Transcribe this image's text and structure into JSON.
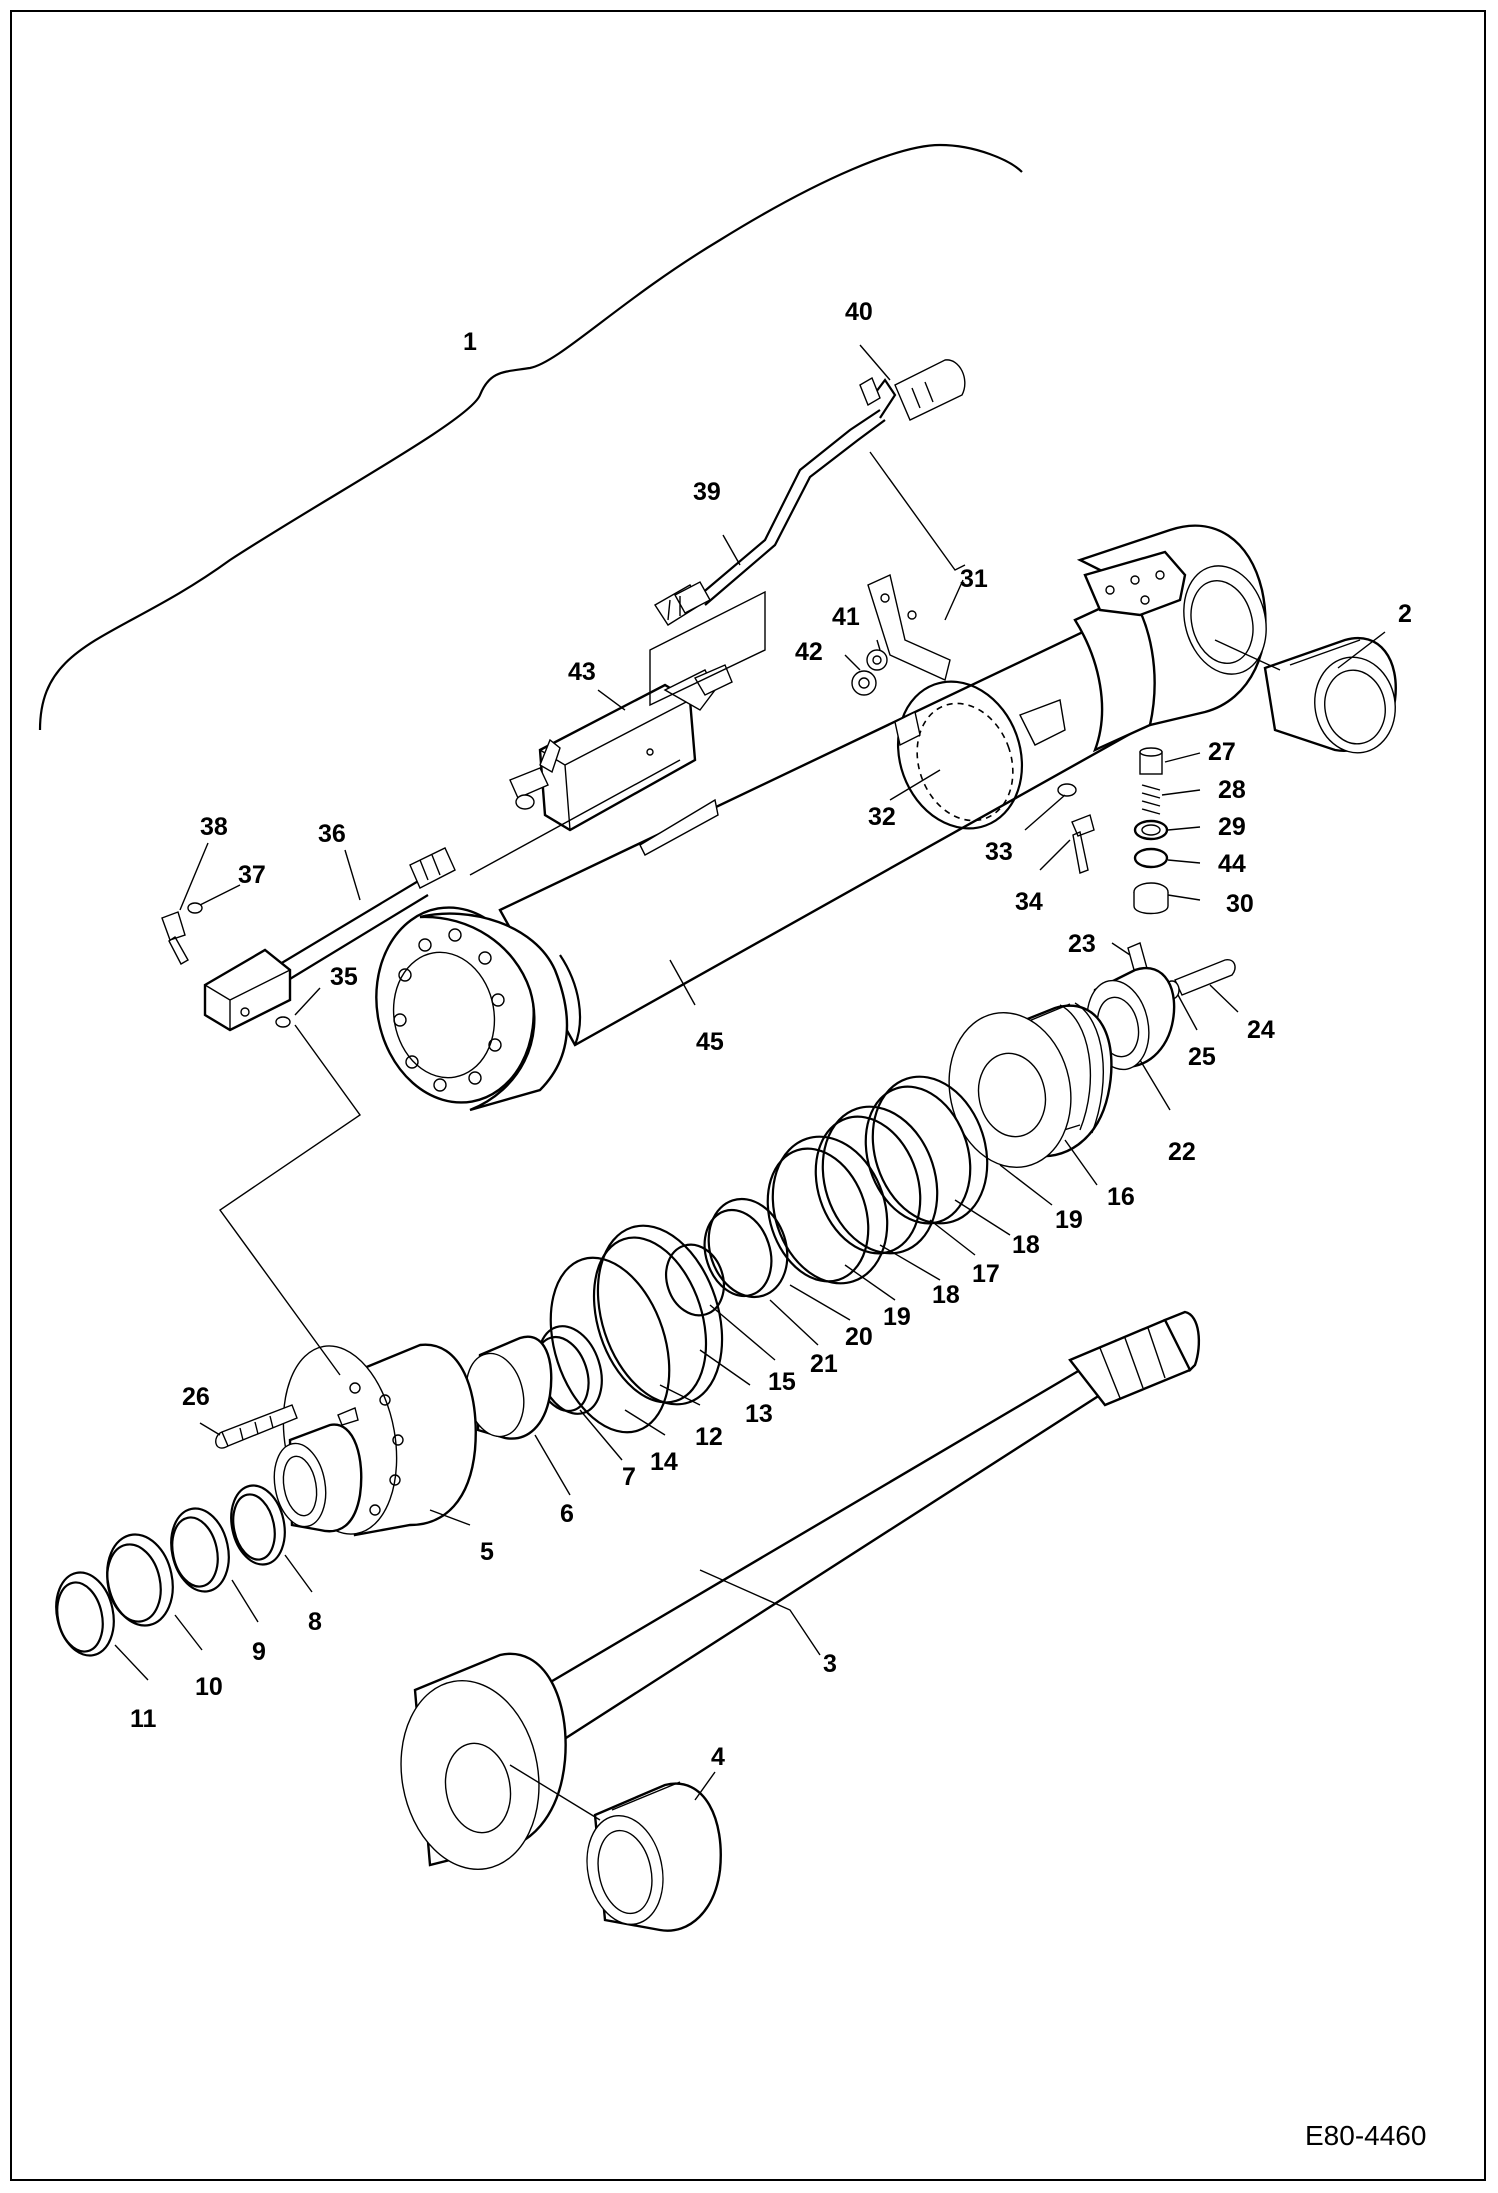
{
  "drawing_code": "E80-4460",
  "callouts": [
    {
      "num": "1"
    },
    {
      "num": "2"
    },
    {
      "num": "3"
    },
    {
      "num": "4"
    },
    {
      "num": "5"
    },
    {
      "num": "6"
    },
    {
      "num": "7"
    },
    {
      "num": "8"
    },
    {
      "num": "9"
    },
    {
      "num": "10"
    },
    {
      "num": "11"
    },
    {
      "num": "12"
    },
    {
      "num": "13"
    },
    {
      "num": "14"
    },
    {
      "num": "15"
    },
    {
      "num": "16"
    },
    {
      "num": "17"
    },
    {
      "num": "18"
    },
    {
      "num": "18"
    },
    {
      "num": "19"
    },
    {
      "num": "19"
    },
    {
      "num": "20"
    },
    {
      "num": "21"
    },
    {
      "num": "22"
    },
    {
      "num": "23"
    },
    {
      "num": "24"
    },
    {
      "num": "25"
    },
    {
      "num": "26"
    },
    {
      "num": "27"
    },
    {
      "num": "28"
    },
    {
      "num": "29"
    },
    {
      "num": "30"
    },
    {
      "num": "31"
    },
    {
      "num": "32"
    },
    {
      "num": "33"
    },
    {
      "num": "34"
    },
    {
      "num": "35"
    },
    {
      "num": "36"
    },
    {
      "num": "37"
    },
    {
      "num": "38"
    },
    {
      "num": "39"
    },
    {
      "num": "40"
    },
    {
      "num": "41"
    },
    {
      "num": "42"
    },
    {
      "num": "43"
    },
    {
      "num": "44"
    },
    {
      "num": "45"
    }
  ]
}
